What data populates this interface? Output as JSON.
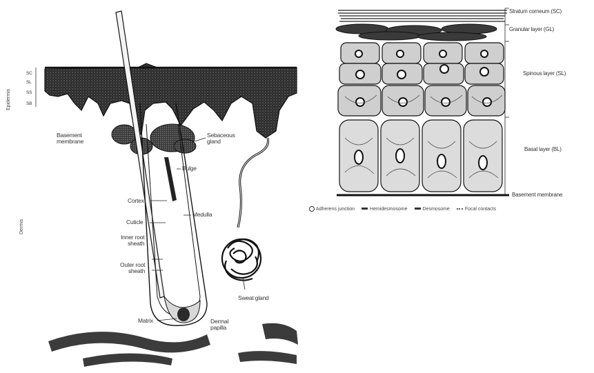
{
  "left_diagram": {
    "epidermis_label": "Epidermis",
    "dermis_label": "Dermis",
    "layer_marks": [
      "SC",
      "SL",
      "SS",
      "SB"
    ],
    "labels": {
      "basement_membrane": "Basement\nmembrane",
      "sebaceous_gland": "Sebaceous\ngland",
      "bulge": "Bulge",
      "cortex": "Cortex",
      "medulla": "Medulla",
      "cuticle": "Cuticle",
      "inner_root_sheath": "Inner root\nsheath",
      "outer_root_sheath": "Outer root\nsheath",
      "sweat_gland": "Sweat gland",
      "matrix": "Matrix",
      "dermal_papilla": "Dermal\npapilla"
    }
  },
  "right_diagram": {
    "labels": {
      "stratum_corneum": "Stratum corneum (SC)",
      "granular_layer": "Granular layer (GL)",
      "spinous_layer": "Spinous layer (SL)",
      "basal_layer": "Basal layer (BL)",
      "basement_membrane": "Basement membrane"
    },
    "legend": [
      {
        "label": "Adherens junction",
        "icon": "circle-icon"
      },
      {
        "label": "Hemidesmosome",
        "icon": "dash-icon"
      },
      {
        "label": "Desmosome",
        "icon": "dash-icon"
      },
      {
        "label": "Focal contacts",
        "icon": "dots-icon"
      }
    ]
  }
}
